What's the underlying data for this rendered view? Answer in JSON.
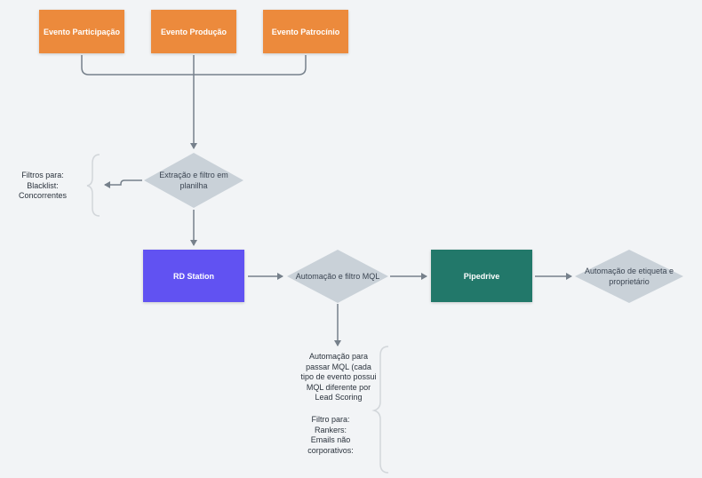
{
  "colors": {
    "orange": "#ec8a3c",
    "purple": "#6152f2",
    "green": "#22786a",
    "diamond_fill": "#c9d1d8",
    "connector": "#76808b",
    "bracket": "#d2d6da"
  },
  "nodes": {
    "evento_participacao": "Evento Participação",
    "evento_producao": "Evento Produção",
    "evento_patrocinio": "Evento Patrocínio",
    "extracao": "Extração e filtro em planilha",
    "rd_station": "RD Station",
    "automacao_mql": "Automação e filtro MQL",
    "pipedrive": "Pipedrive",
    "automacao_etiqueta": "Automação de etiqueta e proprietário"
  },
  "notes": {
    "filtros_blacklist": [
      "Filtros para:",
      "Blacklist:",
      "Concorrentes"
    ],
    "automacao_lead_scoring": [
      "Automação para",
      "passar MQL (cada",
      "tipo de evento possui",
      "MQL diferente por",
      "Lead Scoring"
    ],
    "filtro_rankers": [
      "Filtro para:",
      "Rankers:",
      "Emails não",
      "corporativos:"
    ]
  }
}
